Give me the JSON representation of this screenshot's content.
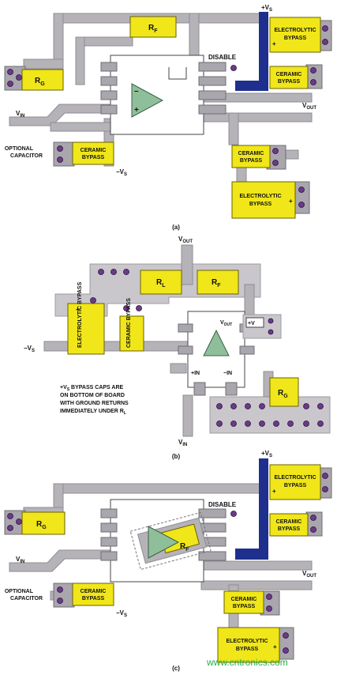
{
  "panel_a": {
    "caption": "(a)",
    "rf": "R",
    "rf_sub": "F",
    "rg": "R",
    "rg_sub": "G",
    "vs_plus": "+V",
    "vs_plus_sub": "S",
    "vs_minus": "−V",
    "vs_minus_sub": "S",
    "disable": "DISABLE",
    "vout": "V",
    "vout_sub": "OUT",
    "vin": "V",
    "vin_sub": "IN",
    "optional_1": "OPTIONAL",
    "optional_2": "CAPACITOR",
    "electrolytic": "ELECTROLYTIC",
    "bypass": "BYPASS",
    "ceramic": "CERAMIC",
    "plus": "+",
    "minus": "–"
  },
  "panel_b": {
    "caption": "(b)",
    "vout_top": "V",
    "vout_top_sub": "OUT",
    "rl": "R",
    "rl_sub": "L",
    "rf": "R",
    "rf_sub": "F",
    "rg": "R",
    "rg_sub": "G",
    "vs_minus": "−V",
    "vs_minus_sub": "S",
    "vout_ic": "V",
    "vout_ic_sub": "OUT",
    "plus_v": "+V",
    "plus_in": "+IN",
    "minus_in": "−IN",
    "vin": "V",
    "vin_sub": "IN",
    "electrolytic_bypass": "ELECTROLYTIC BYPASS",
    "ceramic_bypass": "CERAMIC BYPASS",
    "note_1": "+V",
    "note_1_sub": "S",
    "note_1_rest": " BYPASS CAPS ARE",
    "note_2": "ON BOTTOM OF BOARD",
    "note_3": "WITH GROUND RETURNS",
    "note_4": "IMMEDIATELY UNDER R",
    "note_4_sub": "L"
  },
  "panel_c": {
    "caption": "(c)",
    "rf": "R",
    "rf_sub": "F",
    "rg": "R",
    "rg_sub": "G",
    "vs_plus": "+V",
    "vs_plus_sub": "S",
    "vs_minus": "−V",
    "vs_minus_sub": "S",
    "disable": "DISABLE",
    "vout": "V",
    "vout_sub": "OUT",
    "vin": "V",
    "vin_sub": "IN",
    "optional_1": "OPTIONAL",
    "optional_2": "CAPACITOR",
    "electrolytic": "ELECTROLYTIC",
    "bypass": "BYPASS",
    "ceramic": "CERAMIC"
  },
  "watermark": "www.cntronics.com",
  "colors": {
    "trace": "#b5b3b8",
    "capacitor": "#f0e619",
    "opamp": "#8fbf9a",
    "supply_trace": "#1f2f8e",
    "via": "#6b3a8a",
    "watermark": "#21b14b"
  }
}
